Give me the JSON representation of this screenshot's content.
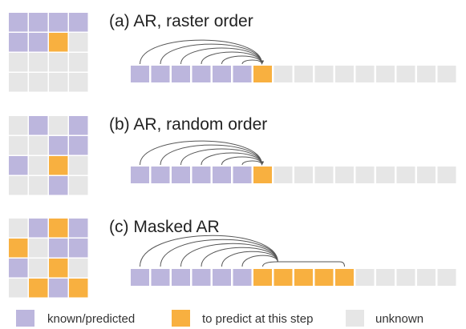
{
  "colors": {
    "known": "#bcb6dd",
    "predict": "#f8b040",
    "unknown": "#e6e6e6",
    "arc": "#555555"
  },
  "panels": [
    {
      "title": "(a) AR, raster order",
      "grid": [
        [
          1,
          1,
          1,
          1
        ],
        [
          1,
          1,
          2,
          0
        ],
        [
          0,
          0,
          0,
          0
        ],
        [
          0,
          0,
          0,
          0
        ]
      ],
      "sequence": [
        1,
        1,
        1,
        1,
        1,
        1,
        2,
        0,
        0,
        0,
        0,
        0,
        0,
        0,
        0,
        0
      ],
      "targets": [
        6
      ],
      "known_count": 6
    },
    {
      "title": "(b) AR, random order",
      "grid": [
        [
          0,
          1,
          0,
          1
        ],
        [
          0,
          0,
          1,
          1
        ],
        [
          1,
          0,
          2,
          0
        ],
        [
          0,
          0,
          1,
          0
        ]
      ],
      "sequence": [
        1,
        1,
        1,
        1,
        1,
        1,
        2,
        0,
        0,
        0,
        0,
        0,
        0,
        0,
        0,
        0
      ],
      "targets": [
        6
      ],
      "known_count": 6
    },
    {
      "title": "(c) Masked AR",
      "grid": [
        [
          0,
          1,
          2,
          1
        ],
        [
          2,
          0,
          1,
          1
        ],
        [
          1,
          0,
          2,
          0
        ],
        [
          0,
          2,
          1,
          2
        ]
      ],
      "sequence": [
        1,
        1,
        1,
        1,
        1,
        1,
        2,
        2,
        2,
        2,
        2,
        0,
        0,
        0,
        0,
        0
      ],
      "targets": [
        6,
        7,
        8,
        9,
        10
      ],
      "known_count": 6
    }
  ],
  "legend": {
    "known_label": "known/predicted",
    "predict_label": "to predict at this step",
    "unknown_label": "unknown"
  }
}
